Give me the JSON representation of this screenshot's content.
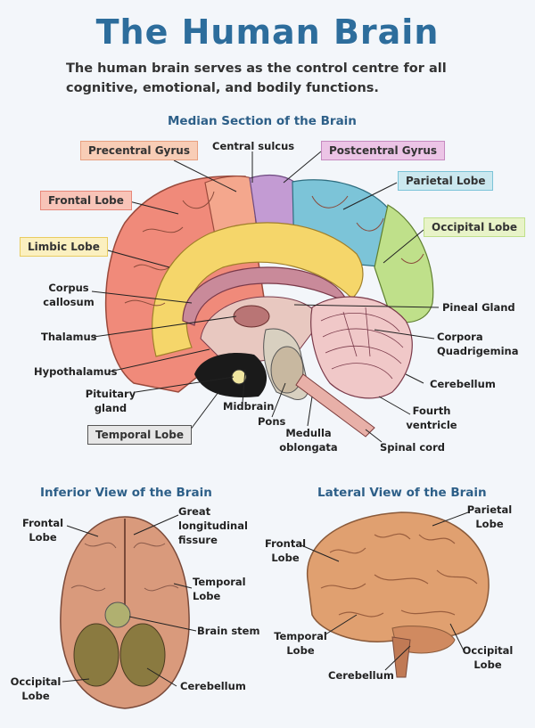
{
  "header": {
    "title": "The Human Brain",
    "subtitle": "The human brain serves as the control centre for all cognitive, emotional, and bodily functions."
  },
  "median": {
    "title": "Median Section of the Brain",
    "tags": {
      "precentral": "Precentral Gyrus",
      "postcentral": "Postcentral Gyrus",
      "parietal": "Parietal Lobe",
      "frontal": "Frontal Lobe",
      "occipital": "Occipital Lobe",
      "limbic": "Limbic Lobe",
      "temporal": "Temporal Lobe"
    },
    "labels": {
      "central_sulcus": "Central sulcus",
      "corpus_callosum": "Corpus\ncallosum",
      "thalamus": "Thalamus",
      "hypothalamus": "Hypothalamus",
      "pituitary": "Pituitary\ngland",
      "midbrain": "Midbrain",
      "pons": "Pons",
      "medulla": "Medulla\noblongata",
      "spinal_cord": "Spinal cord",
      "fourth_ventricle": "Fourth\nventricle",
      "cerebellum": "Cerebellum",
      "corpora": "Corpora\nQuadrigemina",
      "pineal": "Pineal Gland"
    }
  },
  "inferior": {
    "title": "Inferior View of the Brain",
    "labels": {
      "frontal": "Frontal\nLobe",
      "fissure": "Great\nlongitudinal\nfissure",
      "temporal": "Temporal\nLobe",
      "brain_stem": "Brain stem",
      "occipital": "Occipital\nLobe",
      "cerebellum": "Cerebellum"
    }
  },
  "lateral": {
    "title": "Lateral View of the Brain",
    "labels": {
      "parietal": "Parietal\nLobe",
      "frontal": "Frontal\nLobe",
      "temporal": "Temporal\nLobe",
      "cerebellum": "Cerebellum",
      "occipital": "Occipital\nLobe"
    }
  },
  "colors": {
    "title": "#2d6d9c",
    "frontal": "#f08a7a",
    "limbic": "#f5d66a",
    "precentral": "#f4a78d",
    "postcentral": "#c39bd3",
    "parietal": "#7cc4d8",
    "occipital": "#bfe08a",
    "brain_tan": "#e0a070"
  }
}
